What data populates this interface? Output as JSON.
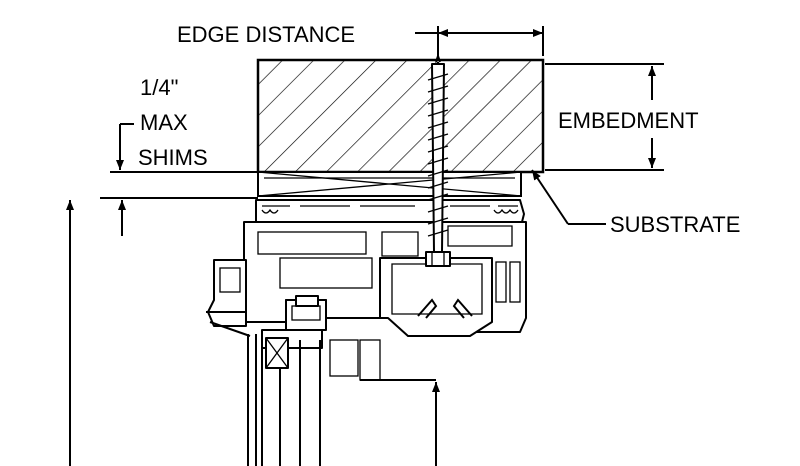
{
  "labels": {
    "edge_distance": "EDGE DISTANCE",
    "shim_line1": "1/4\"",
    "shim_line2": "MAX",
    "shim_line3": "SHIMS",
    "embedment": "EMBEDMENT",
    "substrate": "SUBSTRATE"
  },
  "colors": {
    "line": "#000000",
    "background": "#ffffff"
  }
}
